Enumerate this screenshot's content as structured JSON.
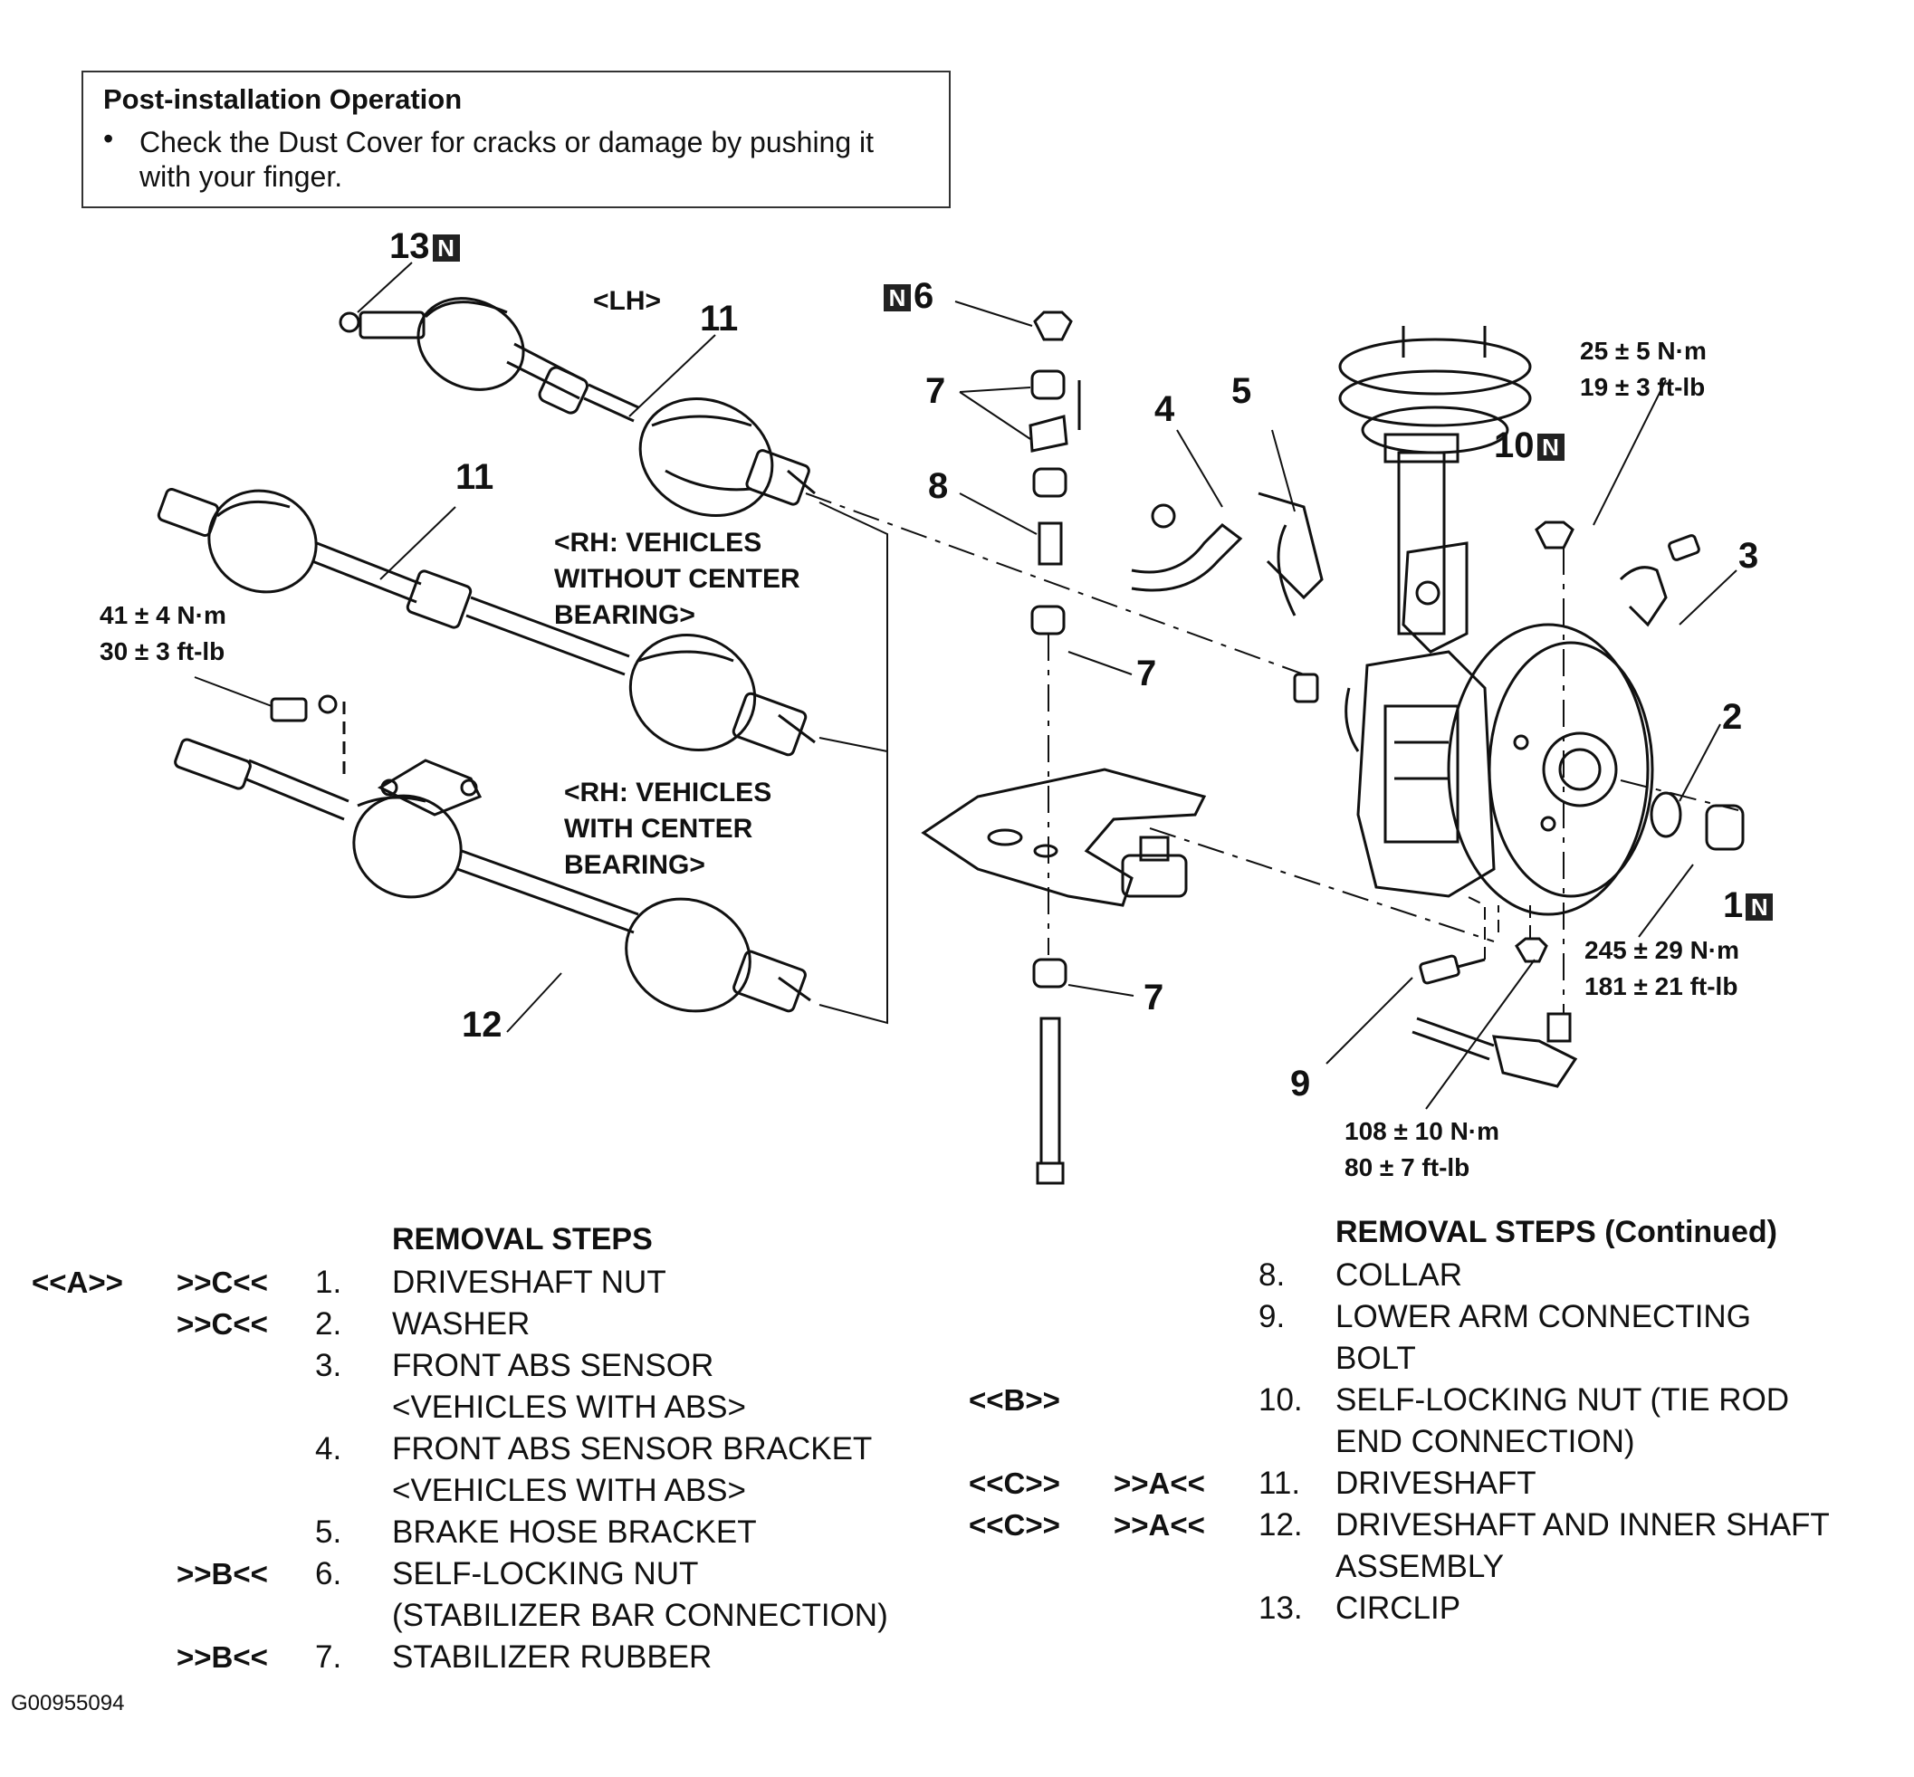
{
  "post_installation": {
    "title": "Post-installation Operation",
    "bullet": "•",
    "line1": "Check the Dust Cover for cracks or damage by pushing it",
    "line2": "with your finger."
  },
  "callouts": {
    "c1": "1",
    "c2": "2",
    "c3": "3",
    "c4": "4",
    "c5": "5",
    "c6": "6",
    "c7a": "7",
    "c7b": "7",
    "c7c": "7",
    "c8": "8",
    "c9": "9",
    "c10": "10",
    "c11a": "11",
    "c11b": "11",
    "c12": "12",
    "c13": "13",
    "n_badge": "N"
  },
  "variants": {
    "lh": "<LH>",
    "rh_without_1": "<RH: VEHICLES",
    "rh_without_2": "WITHOUT CENTER",
    "rh_without_3": "BEARING>",
    "rh_with_1": "<RH: VEHICLES",
    "rh_with_2": "WITH CENTER",
    "rh_with_3": "BEARING>"
  },
  "torques": {
    "t_top_nm": "25 ± 5 N·m",
    "t_top_ft": "19 ± 3 ft-lb",
    "t_left_nm": "41 ± 4 N·m",
    "t_left_ft": "30 ± 3 ft-lb",
    "t_hub_nm": "245 ± 29 N·m",
    "t_hub_ft": "181 ± 21 ft-lb",
    "t_bottom_nm": "108 ± 10 N·m",
    "t_bottom_ft": "80 ± 7 ft-lb"
  },
  "removal_steps": {
    "heading": "REMOVAL STEPS",
    "rows": [
      {
        "ref1": "<<A>>",
        "ref2": ">>C<<",
        "num": "1.",
        "text": "DRIVESHAFT NUT"
      },
      {
        "ref1": "",
        "ref2": ">>C<<",
        "num": "2.",
        "text": "WASHER"
      },
      {
        "ref1": "",
        "ref2": "",
        "num": "3.",
        "text": "FRONT ABS SENSOR"
      },
      {
        "ref1": "",
        "ref2": "",
        "num": "",
        "text": "<VEHICLES WITH ABS>"
      },
      {
        "ref1": "",
        "ref2": "",
        "num": "4.",
        "text": "FRONT ABS SENSOR BRACKET"
      },
      {
        "ref1": "",
        "ref2": "",
        "num": "",
        "text": "<VEHICLES WITH ABS>"
      },
      {
        "ref1": "",
        "ref2": "",
        "num": "5.",
        "text": "BRAKE HOSE BRACKET"
      },
      {
        "ref1": "",
        "ref2": ">>B<<",
        "num": "6.",
        "text": "SELF-LOCKING NUT"
      },
      {
        "ref1": "",
        "ref2": "",
        "num": "",
        "text": "(STABILIZER BAR CONNECTION)"
      },
      {
        "ref1": "",
        "ref2": ">>B<<",
        "num": "7.",
        "text": "STABILIZER RUBBER"
      }
    ]
  },
  "removal_steps_cont": {
    "heading": "REMOVAL STEPS (Continued)",
    "rows": [
      {
        "ref1": "",
        "ref2": "",
        "num": "8.",
        "text": "COLLAR"
      },
      {
        "ref1": "",
        "ref2": "",
        "num": "9.",
        "text": "LOWER ARM CONNECTING"
      },
      {
        "ref1": "",
        "ref2": "",
        "num": "",
        "text": "BOLT"
      },
      {
        "ref1": "<<B>>",
        "ref2": "",
        "num": "10.",
        "text": "SELF-LOCKING NUT (TIE ROD"
      },
      {
        "ref1": "",
        "ref2": "",
        "num": "",
        "text": "END CONNECTION)"
      },
      {
        "ref1": "<<C>>",
        "ref2": ">>A<<",
        "num": "11.",
        "text": "DRIVESHAFT"
      },
      {
        "ref1": "<<C>>",
        "ref2": ">>A<<",
        "num": "12.",
        "text": "DRIVESHAFT AND INNER SHAFT"
      },
      {
        "ref1": "",
        "ref2": "",
        "num": "",
        "text": "ASSEMBLY"
      },
      {
        "ref1": "",
        "ref2": "",
        "num": "13.",
        "text": "CIRCLIP"
      }
    ]
  },
  "figure_id": "G00955094"
}
